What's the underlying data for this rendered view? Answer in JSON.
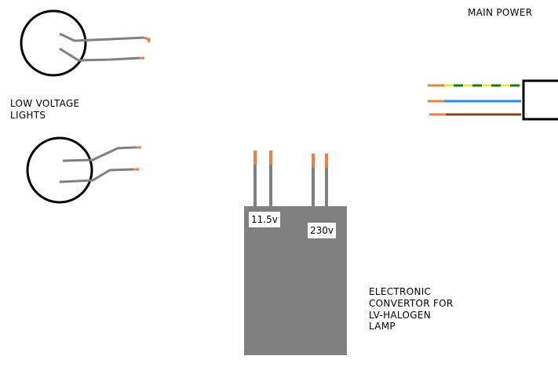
{
  "labels": {
    "main_power": "MAIN POWER",
    "low_voltage_line1": "LOW VOLTAGE",
    "low_voltage_line2": "LIGHTS",
    "convertor_line1": "ELECTRONIC",
    "convertor_line2": "CONVERTOR FOR",
    "convertor_line3": "LV-HALOGEN",
    "convertor_line4": "LAMP",
    "output_voltage": "11.5v",
    "input_voltage": "230v"
  },
  "colors": {
    "background": "#ffffff",
    "lamp_outline": "#000000",
    "wire_grey": "#808080",
    "copper_tip": "#e8804a",
    "earth_green": "#1a7a1a",
    "earth_yellow": "#e6e64a",
    "neutral_blue": "#2a8ae0",
    "live_brown": "#7a4a1a",
    "convertor_body": "#808080",
    "plug_outline": "#000000"
  }
}
